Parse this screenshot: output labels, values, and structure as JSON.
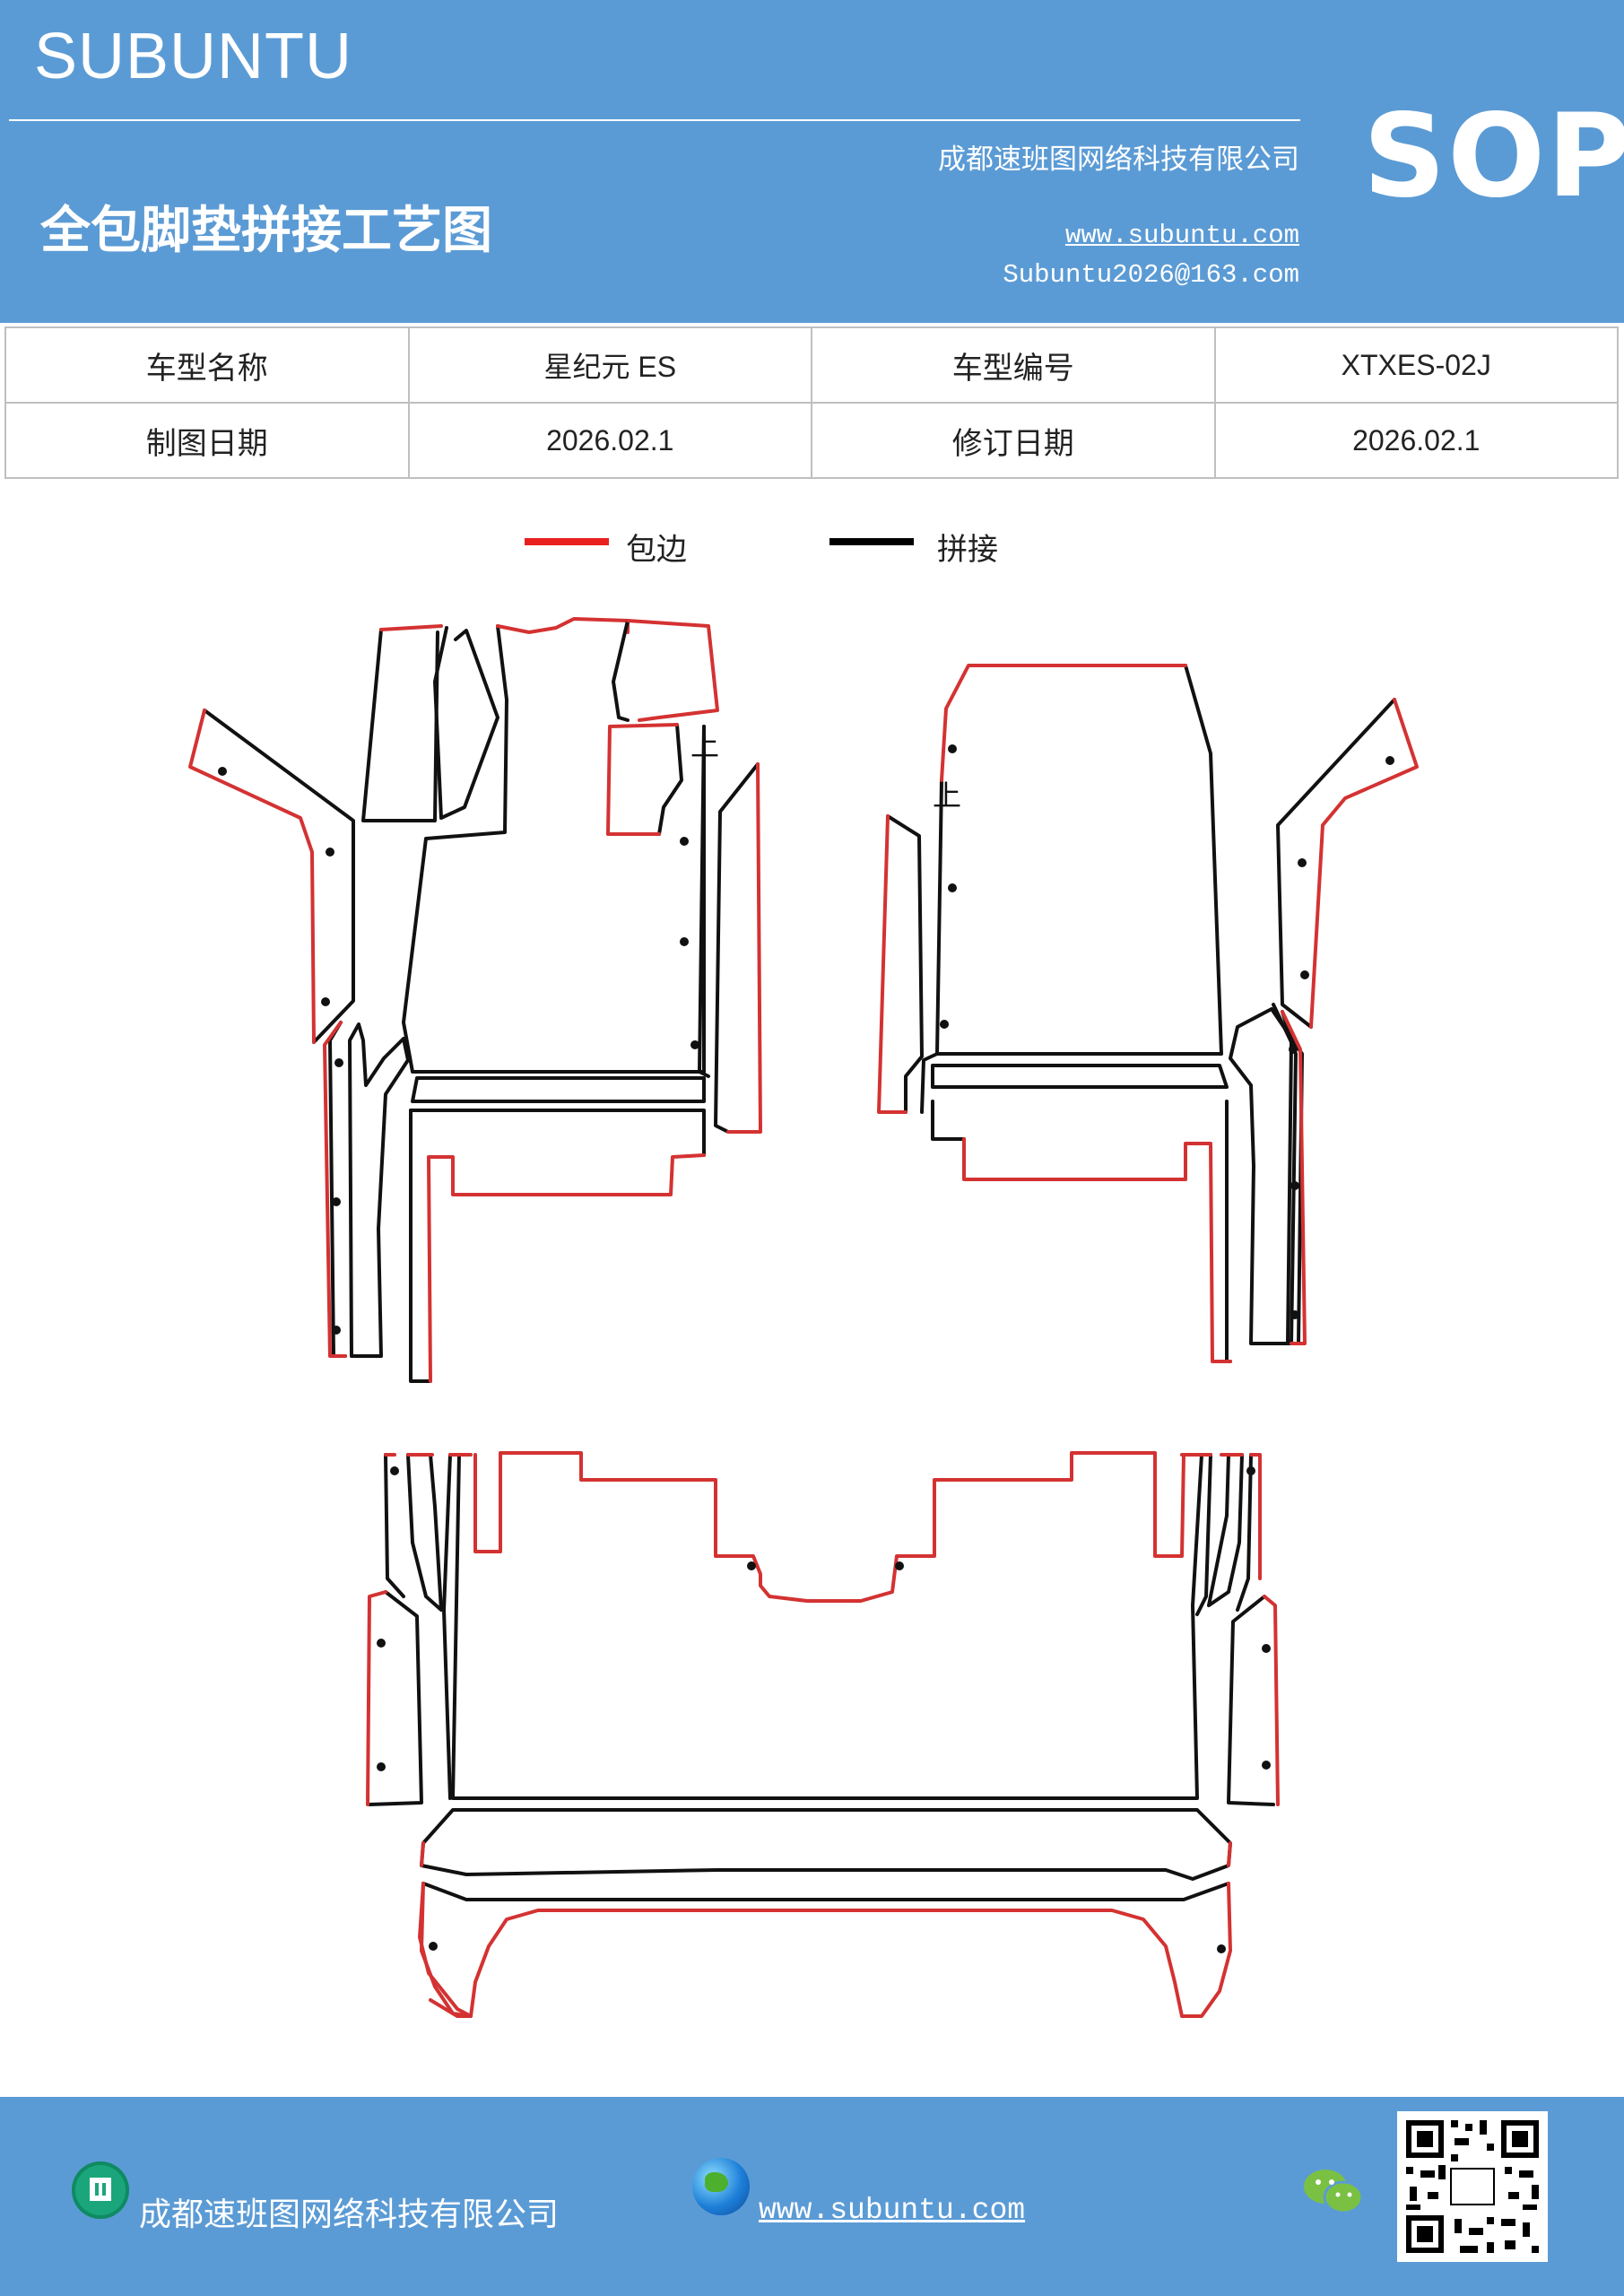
{
  "header": {
    "brand": "SUBUNTU",
    "title": "全包脚垫拼接工艺图",
    "company": "成都速班图网络科技有限公司",
    "website": "www.subuntu.com",
    "email": "Subuntu2026@163.com",
    "sop": "SOP"
  },
  "info_table": {
    "rows": [
      [
        "车型名称",
        "星纪元  ES",
        "车型编号",
        "XTXES-02J"
      ],
      [
        "制图日期",
        "2026.02.1",
        "修订日期",
        "2026.02.1"
      ]
    ]
  },
  "legend": {
    "items": [
      {
        "label": "包边",
        "color": "#e8201e"
      },
      {
        "label": "拼接",
        "color": "#000000"
      }
    ]
  },
  "drawing": {
    "marker_up": "上",
    "edge_color": "#d43232",
    "seam_color": "#111111"
  },
  "footer": {
    "company": "成都速班图网络科技有限公司",
    "website": "www.subuntu.com "
  },
  "icons": [
    "building-icon",
    "globe-icon",
    "wechat-icon",
    "qr-code"
  ]
}
